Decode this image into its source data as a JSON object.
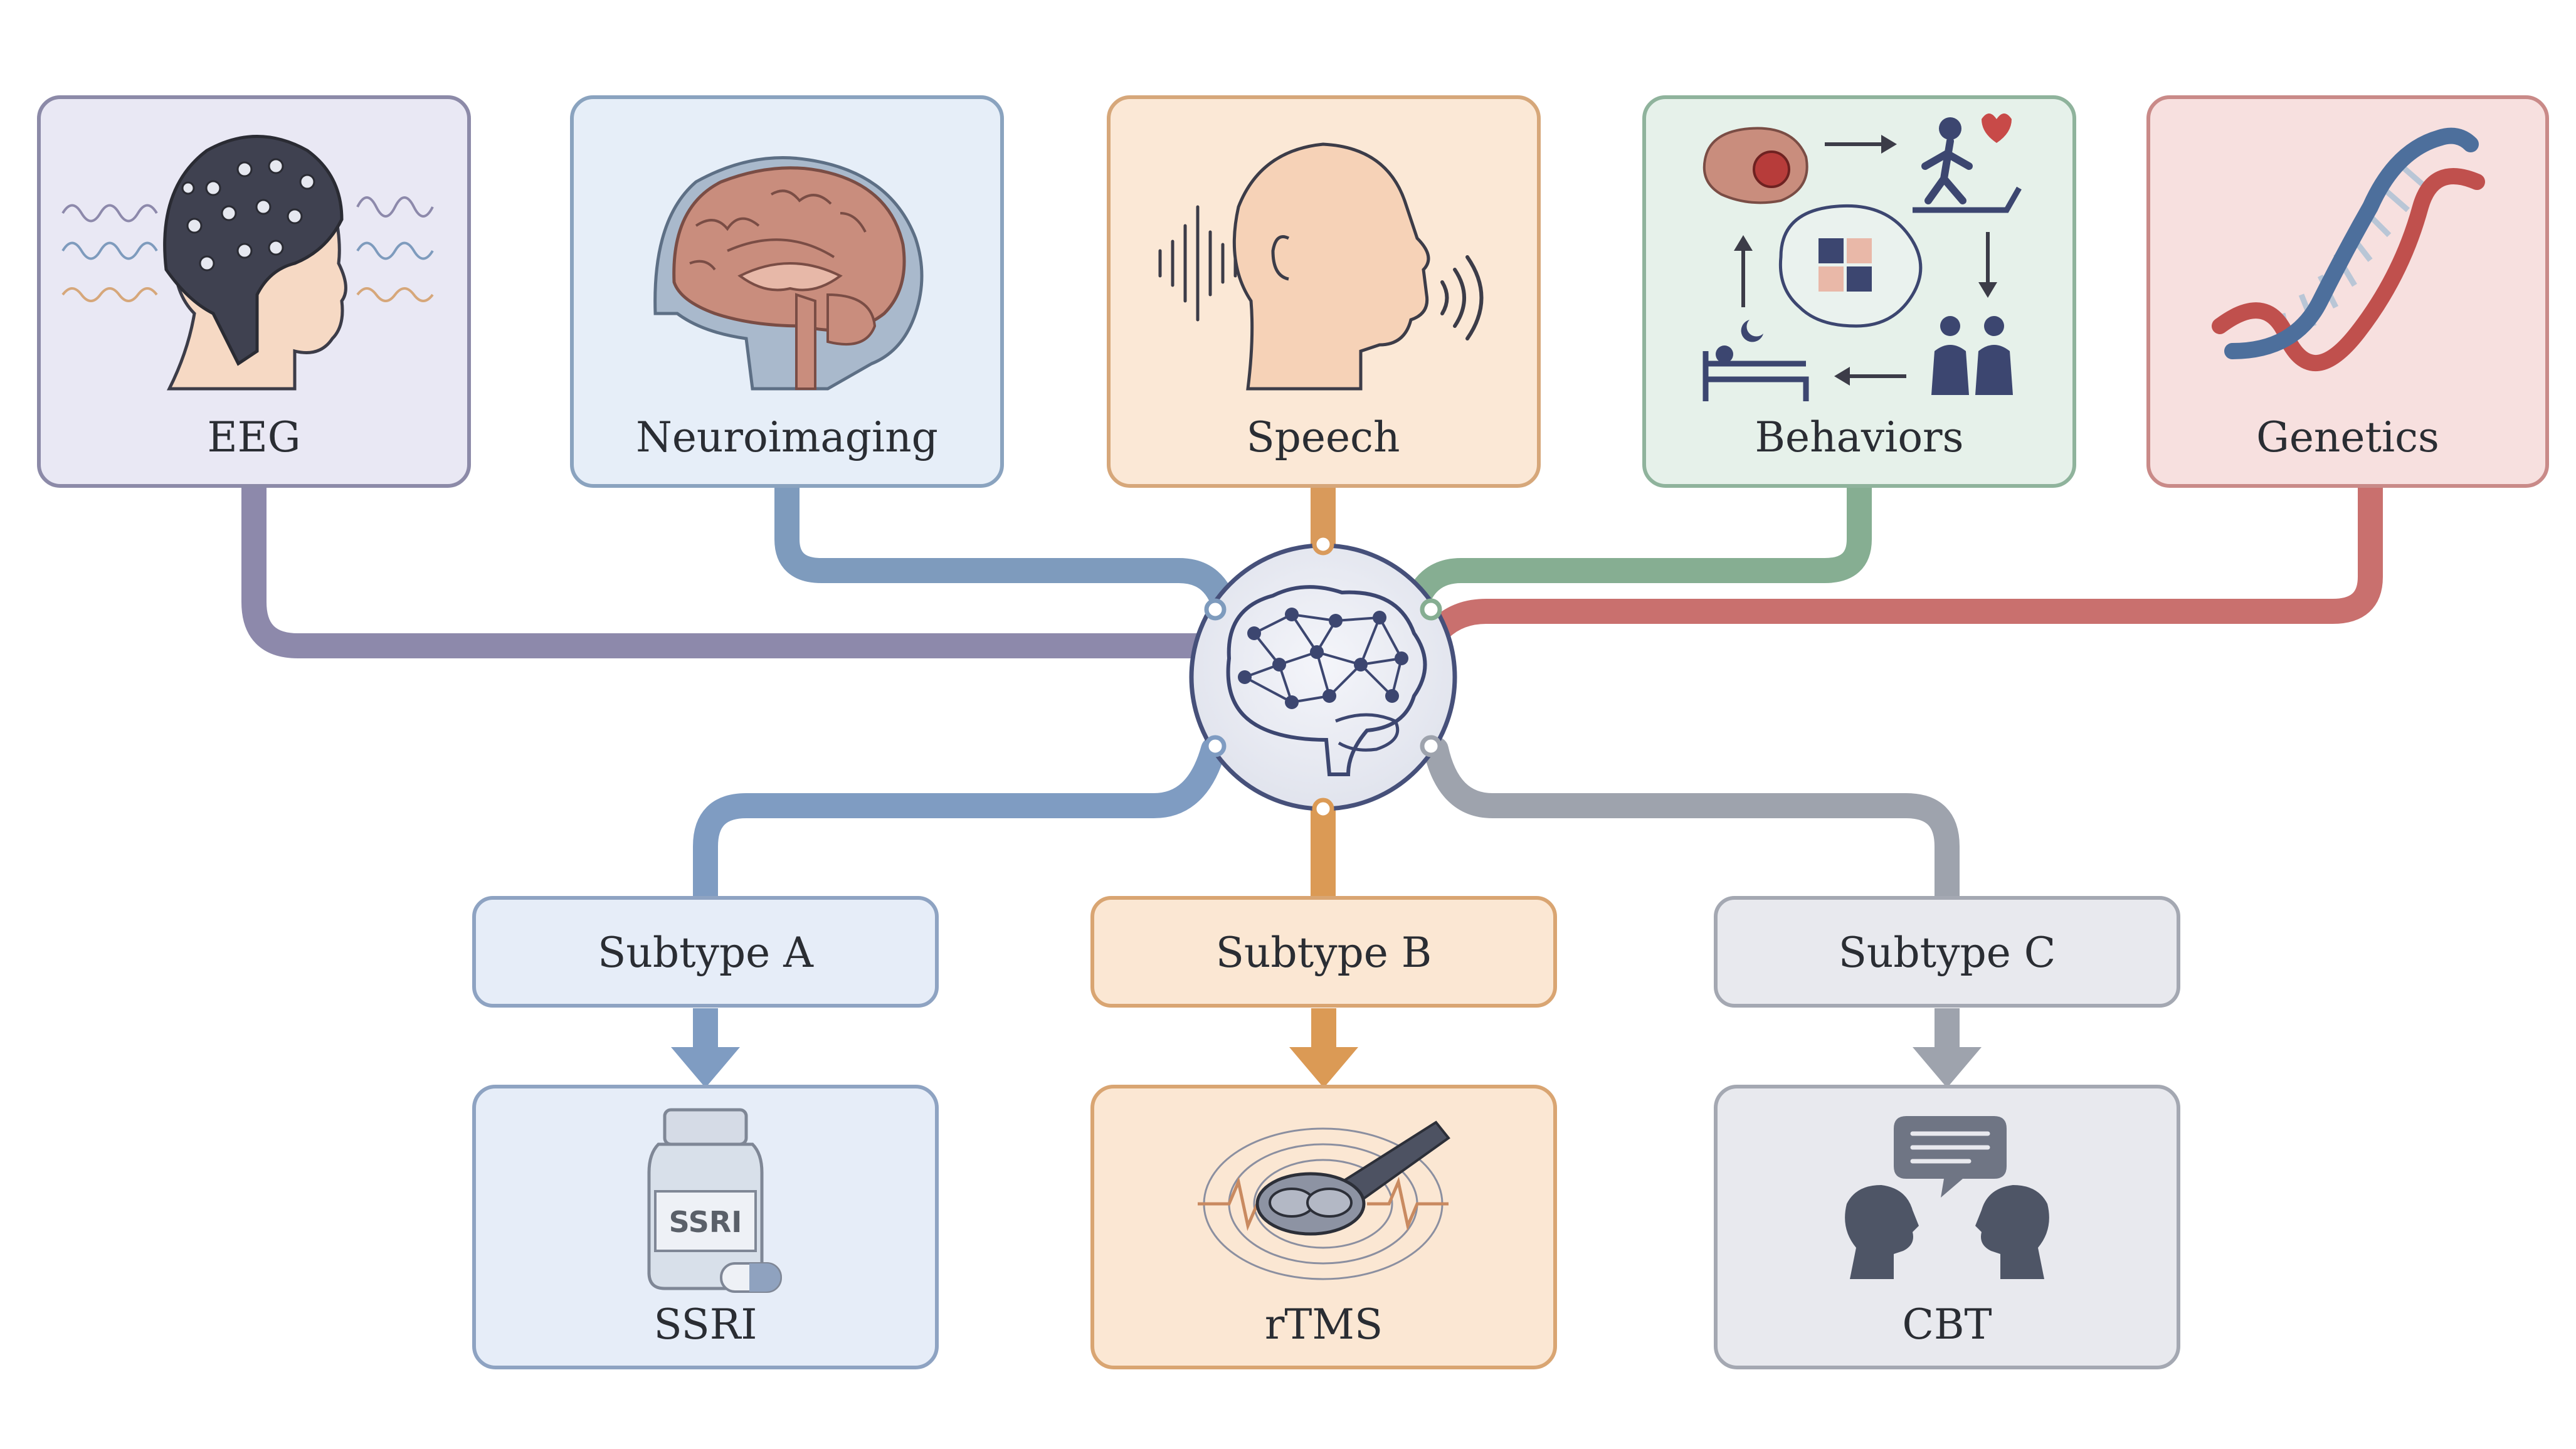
{
  "diagram": {
    "inputs": [
      {
        "id": "eeg",
        "label": "EEG",
        "icon": "eeg-cap-head-icon",
        "fill": "#e9e8f4",
        "stroke": "#8c8aa8",
        "line": "#8d89ab"
      },
      {
        "id": "neuroimaging",
        "label": "Neuroimaging",
        "icon": "brain-scan-icon",
        "fill": "#e6eef8",
        "stroke": "#8aa3bf",
        "line": "#7e9bbd"
      },
      {
        "id": "speech",
        "label": "Speech",
        "icon": "speaking-head-icon",
        "fill": "#fbe8d6",
        "stroke": "#d6a77a",
        "line": "#d99a5b"
      },
      {
        "id": "behaviors",
        "label": "Behaviors",
        "icon": "behavior-cycle-icon",
        "fill": "#e6f1ea",
        "stroke": "#8fb39c",
        "line": "#86ae92"
      },
      {
        "id": "genetics",
        "label": "Genetics",
        "icon": "dna-helix-icon",
        "fill": "#f7e0df",
        "stroke": "#c98a88",
        "line": "#c9706e"
      }
    ],
    "hub": {
      "icon": "neural-network-brain-icon"
    },
    "subtypes": [
      {
        "id": "a",
        "label": "Subtype A",
        "fill": "#e6edf8",
        "stroke": "#8ea3c2",
        "line": "#7f9cc2"
      },
      {
        "id": "b",
        "label": "Subtype B",
        "fill": "#fbe7d3",
        "stroke": "#d9a572",
        "line": "#db9a55"
      },
      {
        "id": "c",
        "label": "Subtype C",
        "fill": "#e8e9ee",
        "stroke": "#a4a8b2",
        "line": "#9ea3ad"
      }
    ],
    "treatments": [
      {
        "id": "ssri",
        "label": "SSRI",
        "bottle_label": "SSRI",
        "icon": "pill-bottle-icon",
        "fill": "#e6edf8",
        "stroke": "#8ea3c2"
      },
      {
        "id": "rtms",
        "label": "rTMS",
        "icon": "tms-coil-icon",
        "fill": "#fbe7d3",
        "stroke": "#d9a572"
      },
      {
        "id": "cbt",
        "label": "CBT",
        "icon": "conversation-heads-icon",
        "fill": "#e8e9ee",
        "stroke": "#a4a8b2"
      }
    ]
  }
}
